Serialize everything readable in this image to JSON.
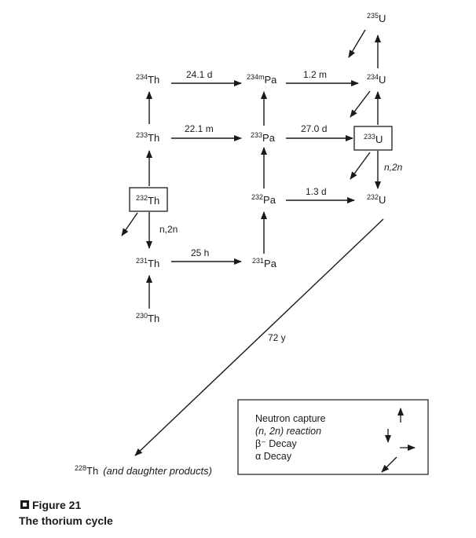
{
  "nuclides": {
    "th230": {
      "mass": "230",
      "element": "Th"
    },
    "th231": {
      "mass": "231",
      "element": "Th"
    },
    "th232": {
      "mass": "232",
      "element": "Th"
    },
    "th233": {
      "mass": "233",
      "element": "Th"
    },
    "th234": {
      "mass": "234",
      "element": "Th"
    },
    "pa231": {
      "mass": "231",
      "element": "Pa"
    },
    "pa232": {
      "mass": "232",
      "element": "Pa"
    },
    "pa233": {
      "mass": "233",
      "element": "Pa"
    },
    "pa234m": {
      "mass": "234m",
      "element": "Pa"
    },
    "u232": {
      "mass": "232",
      "element": "U"
    },
    "u233": {
      "mass": "233",
      "element": "U"
    },
    "u234": {
      "mass": "234",
      "element": "U"
    },
    "u235": {
      "mass": "235",
      "element": "U"
    },
    "th228": {
      "mass": "228",
      "element": "Th",
      "note": "(and daughter products)"
    }
  },
  "labels": {
    "th234_pa234m": "24.1 d",
    "pa234m_u234": "1.2 m",
    "th233_pa233": "22.1 m",
    "pa233_u233": "27.0 d",
    "pa232_u232": "1.3 d",
    "th231_pa231": "25 h",
    "th232_n2n": "n,2n",
    "u233_n2n": "n,2n",
    "u232_th228": "72 y"
  },
  "legend": {
    "neutron_capture": "Neutron capture",
    "n2n_reaction": "(n, 2n) reaction",
    "beta_decay": "β⁻ Decay",
    "alpha_decay": "α Decay"
  },
  "caption": {
    "figure": "Figure 21",
    "title": "The thorium cycle"
  }
}
